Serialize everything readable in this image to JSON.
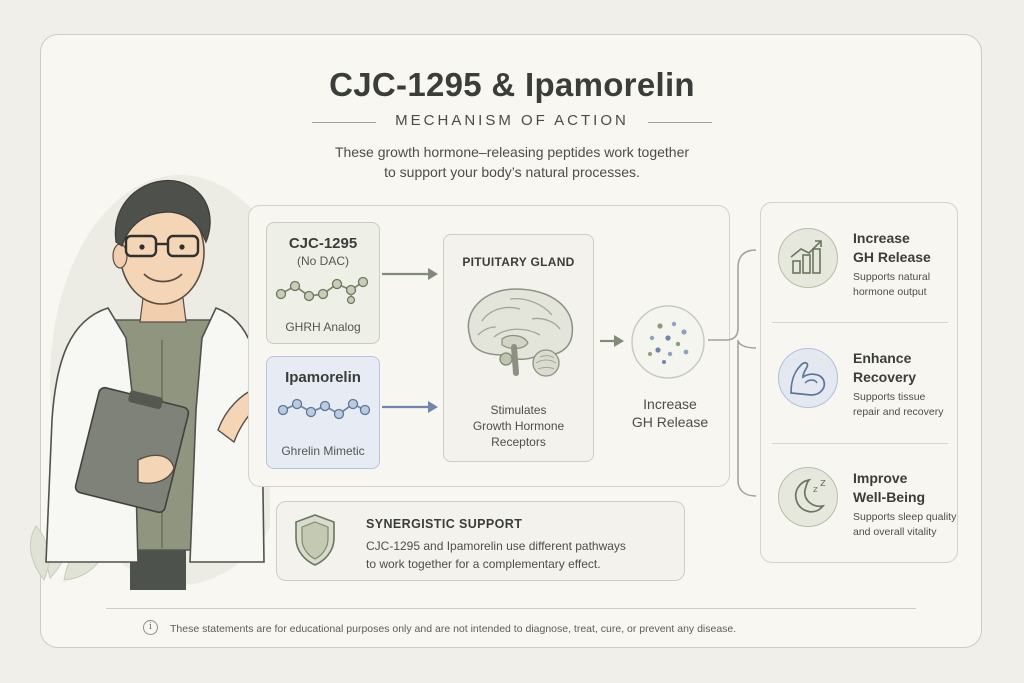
{
  "header": {
    "title": "CJC-1295 & Ipamorelin",
    "subtitle": "MECHANISM OF ACTION",
    "intro_line1": "These growth hormone–releasing peptides work together",
    "intro_line2": "to support your body’s natural processes."
  },
  "peptides": [
    {
      "name": "CJC-1295",
      "detail": "(No DAC)",
      "role": "GHRH Analog",
      "color": "#7f8a6e"
    },
    {
      "name": "Ipamorelin",
      "detail": "",
      "role": "Ghrelin Mimetic",
      "color": "#6f87ab"
    }
  ],
  "pituitary": {
    "title": "PITUITARY GLAND",
    "desc_line1": "Stimulates",
    "desc_line2": "Growth Hormone",
    "desc_line3": "Receptors"
  },
  "gh": {
    "line1": "Increase",
    "line2": "GH Release"
  },
  "benefits": [
    {
      "title_line1": "Increase",
      "title_line2": "GH Release",
      "desc_line1": "Supports natural",
      "desc_line2": "hormone output",
      "icon": "bar-chart-icon"
    },
    {
      "title_line1": "Enhance",
      "title_line2": "Recovery",
      "desc_line1": "Supports tissue",
      "desc_line2": "repair and recovery",
      "icon": "flexed-arm-icon"
    },
    {
      "title_line1": "Improve",
      "title_line2": "Well-Being",
      "desc_line1": "Supports sleep quality",
      "desc_line2": "and overall vitality",
      "icon": "moon-sleep-icon"
    }
  ],
  "synergy": {
    "title": "SYNERGISTIC SUPPORT",
    "desc_line1": "CJC-1295 and Ipamorelin use different pathways",
    "desc_line2": "to work together for a complementary effect."
  },
  "footer": {
    "info_glyph": "i",
    "disclaimer": "These statements are for educational purposes only and are not intended to diagnose, treat, cure, or prevent any disease."
  },
  "colors": {
    "sage": "#7f8a6e",
    "blue": "#6f87ab",
    "background": "#f1efe9"
  }
}
